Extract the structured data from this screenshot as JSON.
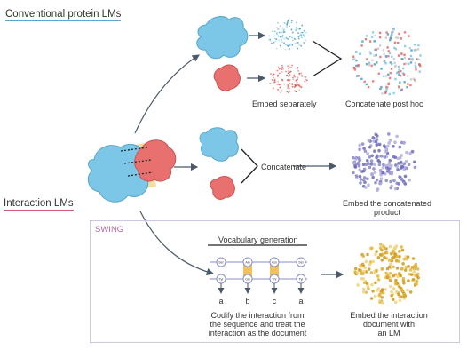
{
  "headings": {
    "conventional": "Conventional protein LMs",
    "interaction": "Interaction LMs"
  },
  "labels": {
    "embed_separately": "Embed separately",
    "concatenate_post_hoc": "Concatenate post hoc",
    "concatenate": "Concatenate",
    "embed_concatenated_1": "Embed the concatenated",
    "embed_concatenated_2": "product",
    "swing": "SWING",
    "vocab_generation": "Vocabulary generation",
    "codify_1": "Codify the interaction from",
    "codify_2": "the sequence and treat the",
    "codify_3": "interaction as the document",
    "embed_interaction_1": "Embed the interaction",
    "embed_interaction_2": "document with",
    "embed_interaction_3": "an LM"
  },
  "vocab": {
    "top": [
      "Ser",
      "Ala",
      "Asn",
      "Ser"
    ],
    "bottom": [
      "Tyr",
      "Glu",
      "Thr",
      "Tyr"
    ],
    "letters": [
      "a",
      "b",
      "c",
      "a"
    ]
  },
  "colors": {
    "blue_protein": "#7cc7e8",
    "red_protein": "#e8706f",
    "gold": "#e3b53a",
    "purple": "#8a86c8",
    "swing_border": "#cfc6e6",
    "underline_blue": "#5aa7cf",
    "underline_red": "#d45a72"
  }
}
